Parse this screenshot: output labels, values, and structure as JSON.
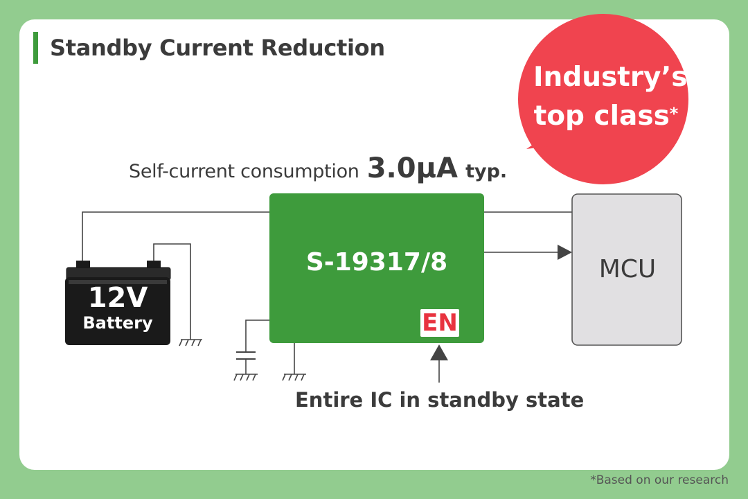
{
  "title": "Standby Current Reduction",
  "subtitle": {
    "label": "Self-current consumption",
    "value": "3.0μA",
    "suffix": "typ."
  },
  "bubble": {
    "line1": "Industry’s",
    "line2": "top class",
    "mark": "*"
  },
  "battery": {
    "voltage": "12V",
    "label": "Battery"
  },
  "ic": {
    "label": "S-19317/8",
    "enable_pin": "EN"
  },
  "mcu": {
    "label": "MCU"
  },
  "standby_label": "Entire IC in standby state",
  "footnote": "*Based on our research",
  "colors": {
    "background": "#92cc8f",
    "card": "#ffffff",
    "accent_green": "#3e9b3c",
    "bubble_red": "#f0444f",
    "en_red": "#e8333f",
    "mcu_fill": "#e1e0e2",
    "battery_fill": "#1a1a1a",
    "text": "#3b3b3b"
  }
}
